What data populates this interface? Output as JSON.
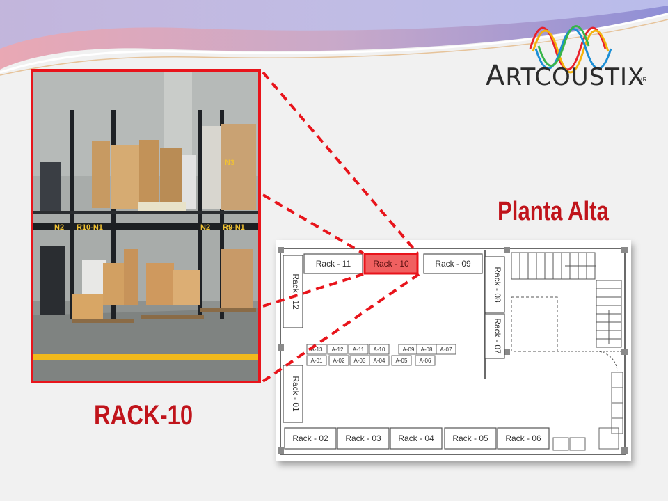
{
  "brand": {
    "name_first": "A",
    "name_rest": "RTCOUSTIX",
    "mark": "MR"
  },
  "photo": {
    "labels": [
      "N2",
      "R10-N1",
      "N2",
      "R9-N1",
      "N3"
    ]
  },
  "caption": "RACK-10",
  "plan": {
    "title": "Planta Alta",
    "racks_top": [
      "Rack - 11",
      "Rack - 10",
      "Rack - 09"
    ],
    "highlighted": "Rack - 10",
    "rack_left_upper": "Rack - 12",
    "rack_left_lower": "Rack - 01",
    "racks_vertical_mid": [
      "Rack - 08",
      "Rack - 07"
    ],
    "racks_bottom": [
      "Rack - 02",
      "Rack - 03",
      "Rack - 04",
      "Rack - 05",
      "Rack - 06"
    ],
    "shelves_top": [
      "A-13",
      "A-12",
      "A-11",
      "A-10",
      "A-09",
      "A-08",
      "A-07"
    ],
    "shelves_bottom": [
      "A-01",
      "A-02",
      "A-03",
      "A-04",
      "A-05",
      "A-06"
    ]
  },
  "colors": {
    "accent": "#e8141b",
    "title_red": "#c0141b"
  }
}
